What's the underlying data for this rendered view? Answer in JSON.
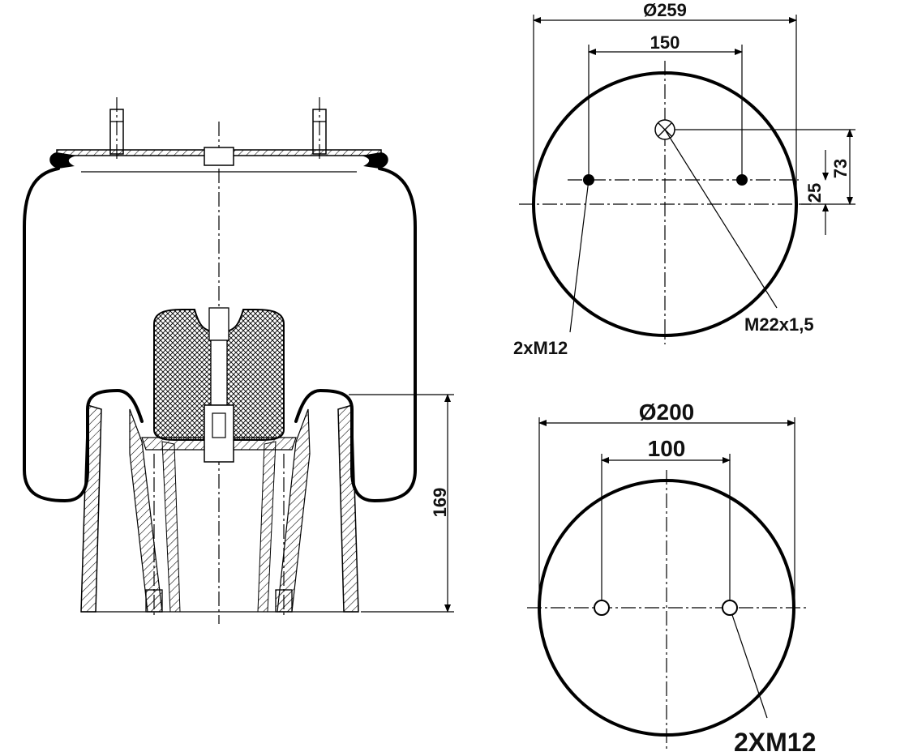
{
  "side_view": {
    "dim_height": "169"
  },
  "top_plate": {
    "dim_diameter": "Ø259",
    "dim_bolt_spacing": "150",
    "dim_offset_73": "73",
    "dim_offset_25": "25",
    "label_studs": "2xM12",
    "label_air_inlet": "M22x1,5"
  },
  "bottom_plate": {
    "dim_diameter": "Ø200",
    "dim_bolt_spacing": "100",
    "label_holes": "2XM12"
  }
}
